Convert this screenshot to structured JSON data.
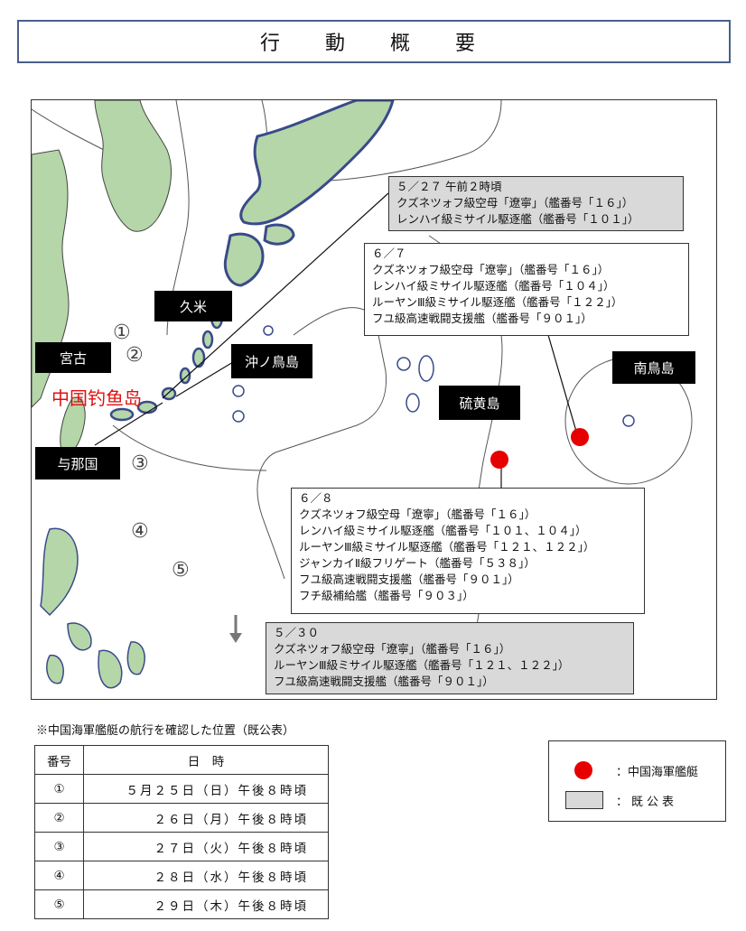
{
  "title": "行　動　概　要",
  "map": {
    "labels": {
      "miyako": "宮古",
      "kume": "久米",
      "okinotori": "沖ノ鳥島",
      "yonaguni": "与那国",
      "iojima": "硫黄島",
      "minamitorishima": "南鳥島",
      "red_annotation": "中国钓鱼岛"
    },
    "markers": [
      "①",
      "②",
      "③",
      "④",
      "⑤"
    ],
    "callouts": {
      "c527": {
        "lines": [
          "５／２７ 午前２時頃",
          "クズネツォフ級空母「遼寧」（艦番号「１６」）",
          "レンハイ級ミサイル駆逐艦（艦番号「１０１」）"
        ]
      },
      "c67": {
        "lines": [
          "６／７",
          "クズネツォフ級空母「遼寧」（艦番号「１６」）",
          "レンハイ級ミサイル駆逐艦（艦番号「１０４」）",
          "ルーヤンⅢ級ミサイル駆逐艦（艦番号「１２２」）",
          "フユ級高速戦闘支援艦（艦番号「９０１」）"
        ]
      },
      "c68": {
        "lines": [
          "６／８",
          "クズネツォフ級空母「遼寧」（艦番号「１６」）",
          "レンハイ級ミサイル駆逐艦（艦番号「１０１、１０４」）",
          "ルーヤンⅢ級ミサイル駆逐艦（艦番号「１２１、１２２」）",
          "ジャンカイⅡ級フリゲート（艦番号「５３８」）",
          "フユ級高速戦闘支援艦（艦番号「９０１」）",
          "フチ級補給艦（艦番号「９０３」）"
        ]
      },
      "c530": {
        "lines": [
          "５／３０",
          "クズネツォフ級空母「遼寧」（艦番号「１６」）",
          "ルーヤンⅢ級ミサイル駆逐艦（艦番号「１２１、１２２」）",
          "フユ級高速戦闘支援艦（艦番号「９０１」）"
        ]
      }
    }
  },
  "note": "※中国海軍艦艇の航行を確認した位置（既公表）",
  "table": {
    "headers": [
      "番号",
      "日　時"
    ],
    "rows": [
      [
        "①",
        "５月２５日（日）午後８時頃"
      ],
      [
        "②",
        "２６日（月）午後８時頃"
      ],
      [
        "③",
        "２７日（火）午後８時頃"
      ],
      [
        "④",
        "２８日（水）午後８時頃"
      ],
      [
        "⑤",
        "２９日（木）午後８時頃"
      ]
    ]
  },
  "legend": {
    "ship": "：中国海軍艦艇",
    "published": "：既公表"
  },
  "colors": {
    "land": "#b5d6a8",
    "marker_red": "#e60000",
    "callout_gray": "#d9d9d9",
    "frame_blue": "#4a5f8a"
  }
}
